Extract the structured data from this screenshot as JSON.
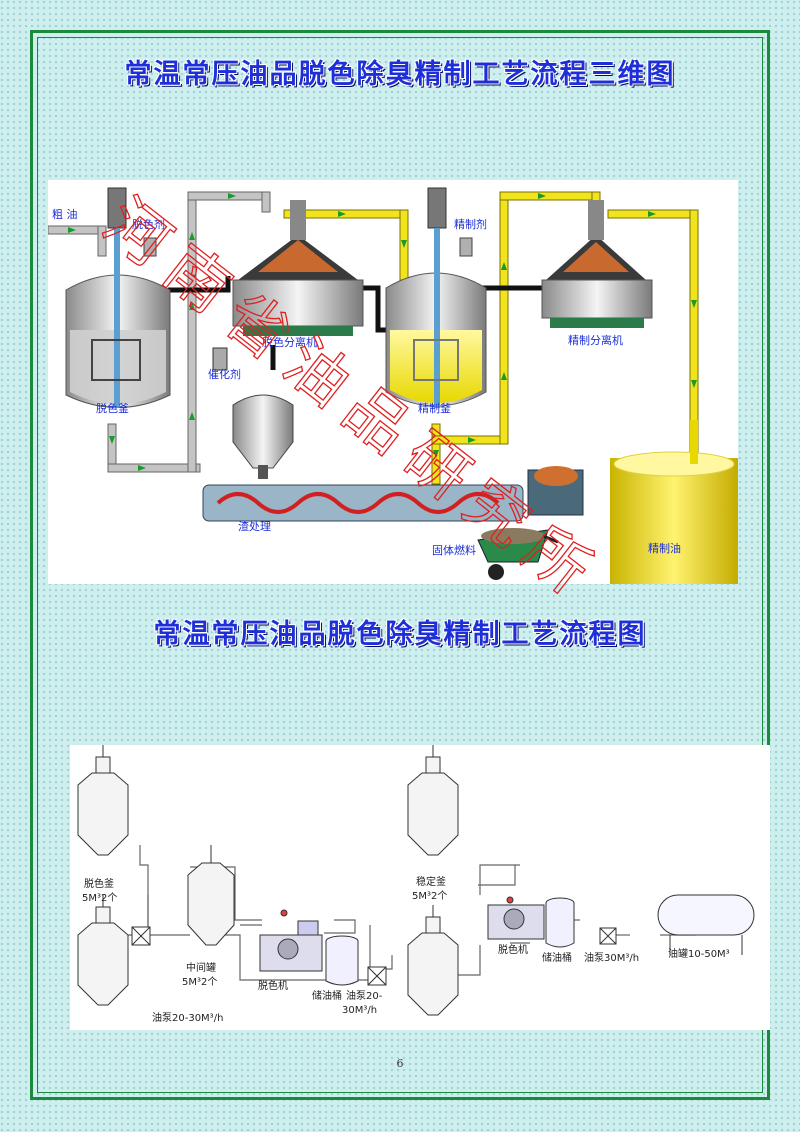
{
  "titles": {
    "three_d": "常温常压油品脱色除臭精制工艺流程三维图",
    "flow": "常温常压油品脱色除臭精制工艺流程图"
  },
  "diagram_3d": {
    "crude_oil": "粗 油",
    "decolorizer": "脱色剂",
    "decolor_tank": "脱色釜",
    "decolor_separator": "脱色分离机",
    "catalyst": "催化剂",
    "refining_agent": "精制剂",
    "refining_tank": "精制釜",
    "refining_separator": "精制分离机",
    "residue_treatment": "渣处理",
    "solid_fuel": "固体燃料",
    "refined_oil": "精制油"
  },
  "flow_diagram": {
    "decolor_tank": "脱色釜",
    "decolor_tank_spec": "5M³2个",
    "pump1": "油泵20-30M³/h",
    "middle_tank": "中间罐",
    "middle_tank_spec": "5M³2个",
    "decolor_machine1": "脱色机",
    "storage_bucket1": "储油桶",
    "pump2_line1": "油泵20-",
    "pump2_line2": "30M³/h",
    "stabilizer_tank": "稳定釜",
    "stabilizer_tank_spec": "5M³2个",
    "decolor_machine2": "脱色机",
    "storage_bucket2": "储油桶",
    "pump3": "油泵30M³/h",
    "oil_tank": "油罐10-50M³"
  },
  "watermark": "河南省油品研究所",
  "page_number": "6",
  "colors": {
    "title": "#1d2fd8",
    "frame": "#1c8a3a",
    "pipe_gray": "#b8b8b8",
    "pipe_yellow": "#f0e020",
    "arrow_green": "#1a9a2a",
    "watermark": "#e02020",
    "label_blue": "#1d2fd8"
  }
}
